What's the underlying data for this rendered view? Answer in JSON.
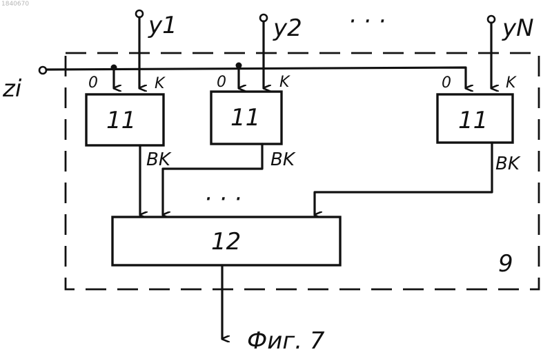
{
  "corner_id": "1840670",
  "inputs": {
    "y1": "y1",
    "y2": "y2",
    "yN": "yN",
    "ellipsis": "· · ·",
    "z": "zi"
  },
  "cells": [
    {
      "label": "11",
      "port_o": "0",
      "port_k": "K",
      "output": "BK"
    },
    {
      "label": "11",
      "port_o": "0",
      "port_k": "K",
      "output": "BK"
    },
    {
      "label": "11",
      "port_o": "0",
      "port_k": "K",
      "output": "BK"
    }
  ],
  "combiner": {
    "label": "12",
    "ellipsis": "· · ·"
  },
  "block": {
    "label": "9"
  },
  "caption": "Фиг. 7"
}
